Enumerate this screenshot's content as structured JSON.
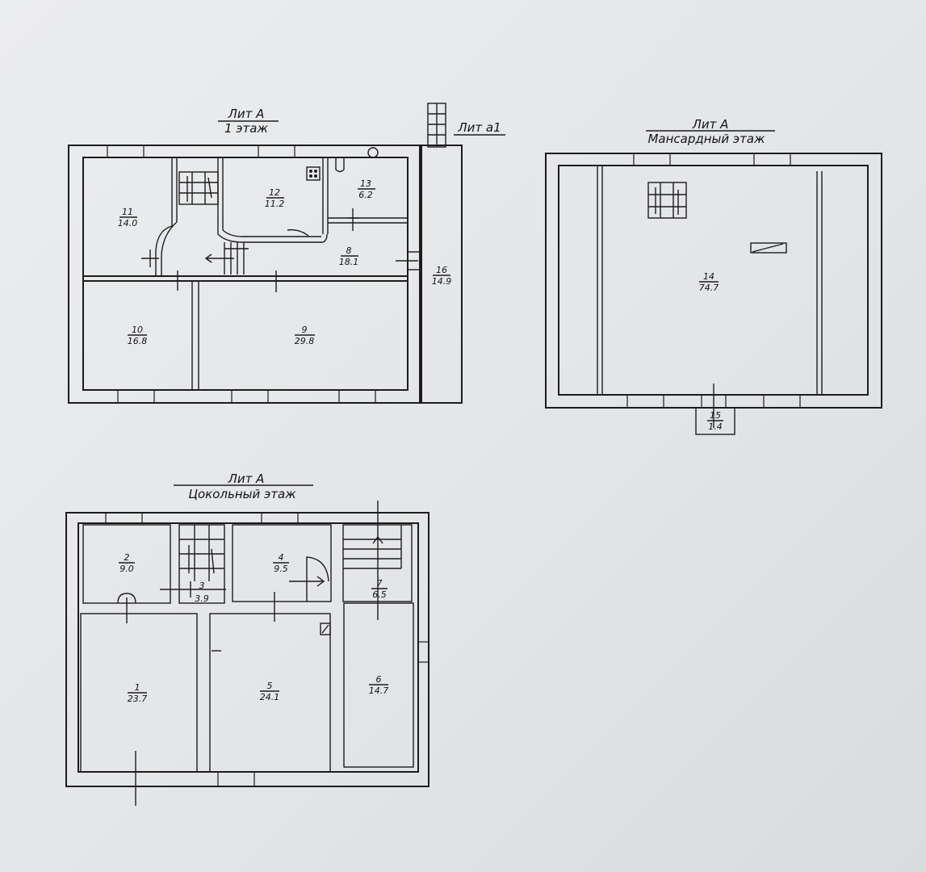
{
  "plans": {
    "first": {
      "lit": "Лит А",
      "floor": "1 этаж",
      "annex": "Лит а1"
    },
    "attic": {
      "lit": "Лит А",
      "floor": "Мансардный этаж"
    },
    "basement": {
      "lit": "Лит А",
      "floor": "Цокольный этаж"
    }
  },
  "rooms": {
    "r1": {
      "num": "1",
      "area": "23.7"
    },
    "r2": {
      "num": "2",
      "area": "9.0"
    },
    "r3": {
      "num": "3",
      "area": "3.9"
    },
    "r4": {
      "num": "4",
      "area": "9.5"
    },
    "r5": {
      "num": "5",
      "area": "24.1"
    },
    "r6": {
      "num": "6",
      "area": "14.7"
    },
    "r7": {
      "num": "7",
      "area": "6.5"
    },
    "r8": {
      "num": "8",
      "area": "18.1"
    },
    "r9": {
      "num": "9",
      "area": "29.8"
    },
    "r10": {
      "num": "10",
      "area": "16.8"
    },
    "r11": {
      "num": "11",
      "area": "14.0"
    },
    "r12": {
      "num": "12",
      "area": "11.2"
    },
    "r13": {
      "num": "13",
      "area": "6.2"
    },
    "r14": {
      "num": "14",
      "area": "74.7"
    },
    "r15": {
      "num": "15",
      "area": "1.4"
    },
    "r16": {
      "num": "16",
      "area": "14.9"
    }
  }
}
